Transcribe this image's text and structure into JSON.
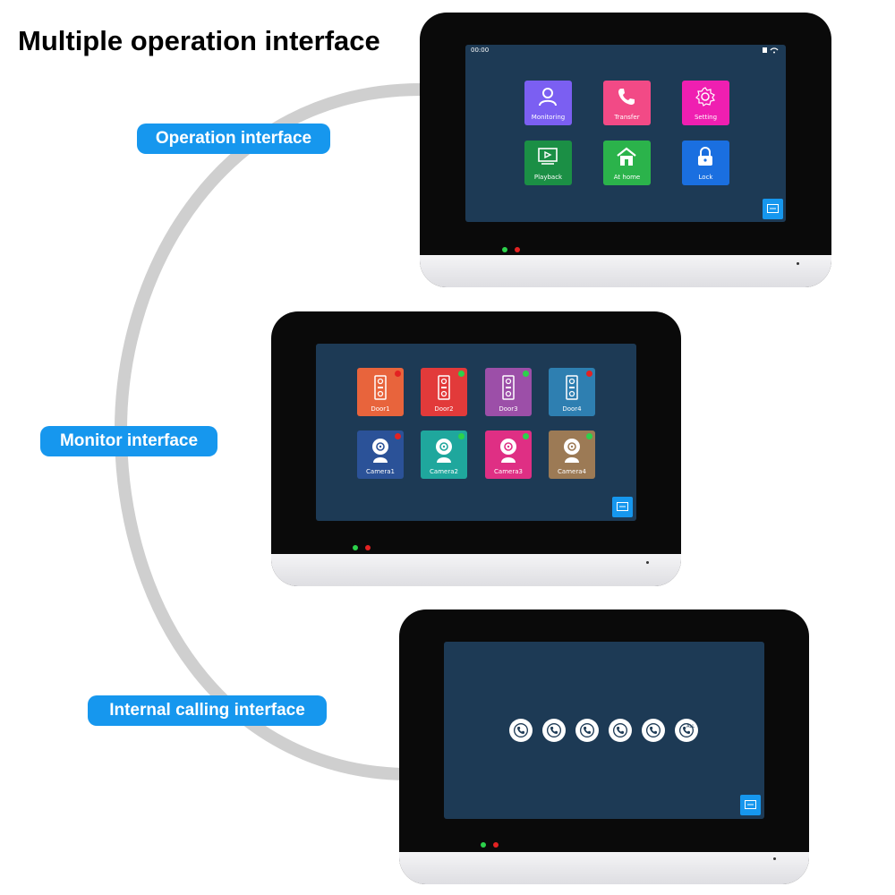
{
  "title": "Multiple operation interface",
  "labels": {
    "operation": "Operation interface",
    "monitor": "Monitor interface",
    "internal": "Internal calling interface"
  },
  "operation_screen": {
    "time": "00:00",
    "tiles": [
      {
        "label": "Monitoring",
        "color": "#7b5ff2",
        "icon": "person-icon"
      },
      {
        "label": "Transfer",
        "color": "#f24a86",
        "icon": "phone-icon"
      },
      {
        "label": "Setting",
        "color": "#ef1fb1",
        "icon": "gear-icon"
      },
      {
        "label": "Playback",
        "color": "#1b8f45",
        "icon": "playback-icon"
      },
      {
        "label": "At home",
        "color": "#2bb34b",
        "icon": "home-icon"
      },
      {
        "label": "Lock",
        "color": "#1a6fe0",
        "icon": "lock-icon"
      }
    ]
  },
  "monitor_screen": {
    "tiles": [
      {
        "label": "Door1",
        "color": "#e8643c",
        "status": "#e32222",
        "icon": "doorbell-icon"
      },
      {
        "label": "Door2",
        "color": "#e23a3a",
        "status": "#2cd14b",
        "icon": "doorbell-icon"
      },
      {
        "label": "Door3",
        "color": "#9c4fa8",
        "status": "#2cd14b",
        "icon": "doorbell-icon"
      },
      {
        "label": "Door4",
        "color": "#2e7fb1",
        "status": "#e32222",
        "icon": "doorbell-icon"
      },
      {
        "label": "Camera1",
        "color": "#2b5298",
        "status": "#e32222",
        "icon": "camera-icon"
      },
      {
        "label": "Camera2",
        "color": "#1fa79d",
        "status": "#2cd14b",
        "icon": "camera-icon"
      },
      {
        "label": "Camera3",
        "color": "#df2f84",
        "status": "#2cd14b",
        "icon": "camera-icon"
      },
      {
        "label": "Camera4",
        "color": "#9c7a55",
        "status": "#2cd14b",
        "icon": "camera-icon"
      }
    ]
  },
  "internal_screen": {
    "calls": [
      {
        "icon": "call-icon"
      },
      {
        "icon": "call-icon"
      },
      {
        "icon": "call-icon"
      },
      {
        "icon": "call-icon"
      },
      {
        "icon": "call-icon"
      },
      {
        "icon": "call-all-icon",
        "badge": "ALL"
      }
    ]
  },
  "colors": {
    "accent": "#1697ee",
    "screen": "#1d3a55",
    "led_green": "#2cd14b",
    "led_red": "#e32222"
  }
}
